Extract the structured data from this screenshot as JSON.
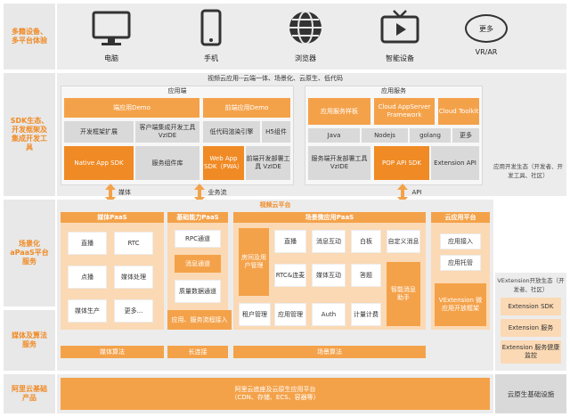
{
  "rows": {
    "devices": "多籍设备、多平台体验",
    "sdk": "SDK生态、开发框架及集成开发工具",
    "paas": "场景化aPaaS平台服务",
    "algo": "媒体及算法服务",
    "cloud": "阿里云基础产品"
  },
  "devices": [
    "电脑",
    "手机",
    "浏览器",
    "智能设备",
    "VR/AR"
  ],
  "devices_more": "更多",
  "video_cloud_title": "视频云应用--云端一体、场景化、云原生、低代码",
  "app_end": {
    "title": "应用端",
    "native_demo": "端应用Demo",
    "web_demo": "前端应用Demo",
    "dev_ext": "开发框架扩展",
    "client_tool": "客户端集成开发工具VzIDE",
    "low_code": "低代码渲染引擎",
    "h5": "H5组件",
    "native_sdk": "Native App SDK",
    "service_lib": "服务组件库",
    "web_sdk": "Web App SDK（PWA）",
    "fe_deploy": "前端开发部署工具 VzIDE"
  },
  "app_service": {
    "title": "应用服务",
    "template": "应用服务样板",
    "cloud_appserver": "Cloud AppServer Framework",
    "toolkit": "Cloud Toolkit",
    "java": "Java",
    "nodejs": "Nodejs",
    "golang": "golang",
    "more": "更多",
    "deploy_tool": "服务端开发部署工具VzIDE",
    "pop_api": "POP API SDK",
    "ext_api": "Extension API"
  },
  "eco": {
    "app_dev": "应用开发生态（开发者、开发工具、社区）",
    "vext": "VExtension开放生态（开发者、社区）",
    "vext_sdk": "Extension SDK",
    "vext_service": "Extension 服务",
    "vext_monitor": "Extension 服务健康监控",
    "cloud_native": "云原生基础设施"
  },
  "arrows": {
    "media": "媒体",
    "biz_flow": "业务流",
    "api": "API"
  },
  "platform_title": "视频云平台",
  "media_paas": {
    "title": "媒体PaaS",
    "items": [
      "直播",
      "RTC",
      "点播",
      "媒体处理",
      "媒体生产",
      "更多..."
    ],
    "footer": "媒体算法"
  },
  "basic_paas": {
    "title": "基础能力PaaS",
    "items": [
      "RPC通道",
      "消息通道",
      "质量数据通道"
    ],
    "bottom": "应用、服务流程接入",
    "footer": "长连接"
  },
  "scene_paas": {
    "title": "场景微应用PaaS",
    "room": "房间及用户管理",
    "row1": [
      "直播",
      "消息互动",
      "白板",
      "自定义消息"
    ],
    "row2": [
      "RTC&连麦",
      "媒体互动",
      "答题"
    ],
    "smart": "智能消息助手",
    "row3": [
      "租户管理",
      "应用管理",
      "Auth",
      "计量计费"
    ],
    "footer": "场景算法"
  },
  "cloud_platform": {
    "title": "云应用平台",
    "access": "应用接入",
    "hosting": "应用托管",
    "vext_framework": "VExtension 微应用开放框架"
  },
  "base": {
    "title": "阿里云底座及云原生应用平台",
    "sub": "（CDN、存储、ECS、容器等）"
  }
}
